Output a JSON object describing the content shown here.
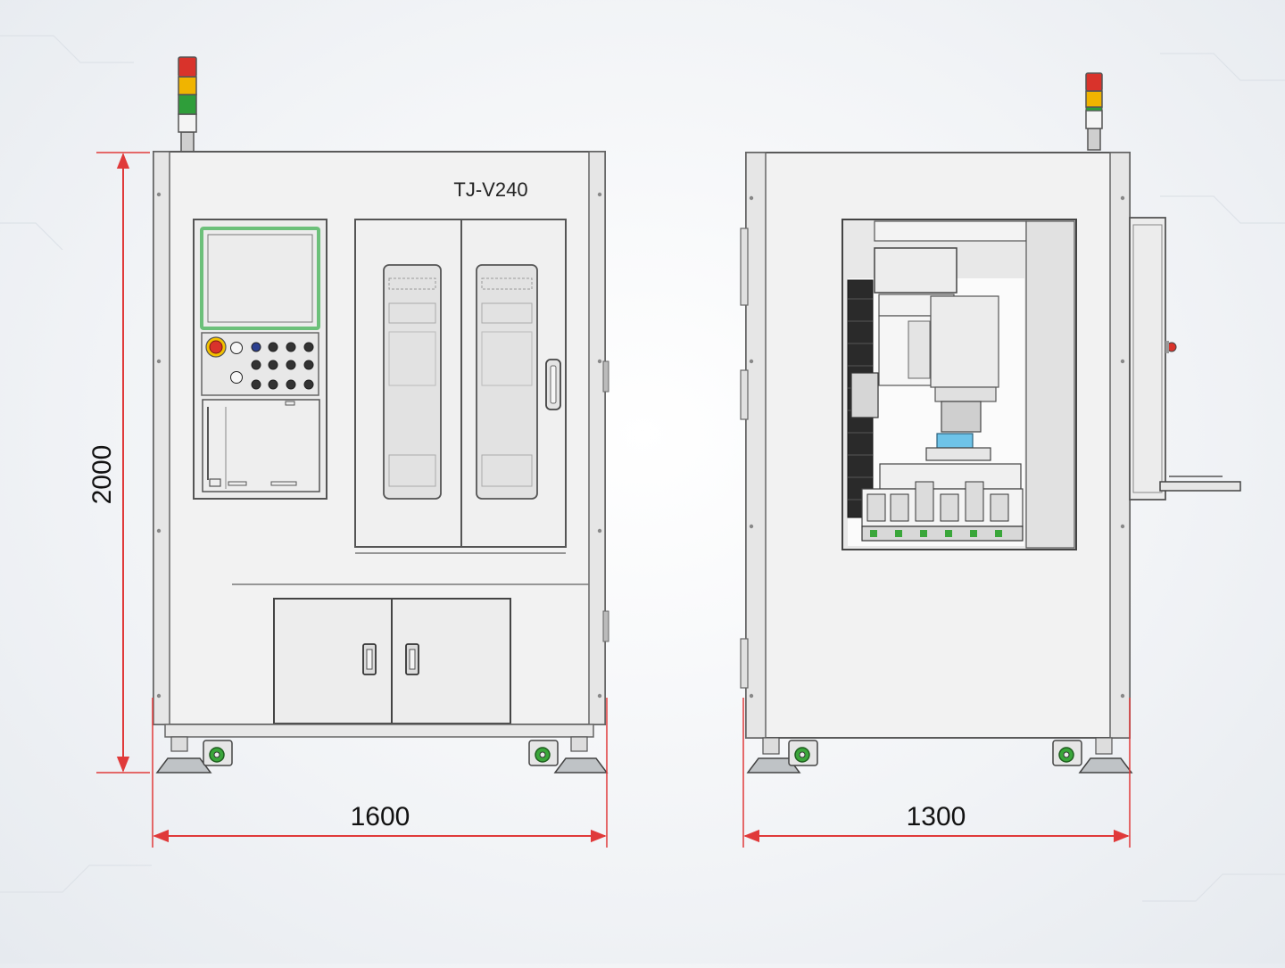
{
  "model_label": "TJ-V240",
  "dimensions": {
    "height": "2000",
    "front_width": "1600",
    "side_depth": "1300"
  },
  "colors": {
    "dimension_line": "#e03a3a",
    "frame": "#f2f2f2",
    "frame_stroke": "#5a5a5a",
    "screen_bezel": "#6cc07a",
    "lamp_red": "#d9332b",
    "lamp_amber": "#f0b400",
    "lamp_green": "#2f9e3a",
    "caster_green": "#3aa63a",
    "part_blue": "#6ec3e8"
  },
  "icons": {
    "front_tower_light": "signal-tower-icon",
    "side_tower_light": "signal-tower-icon",
    "emergency_stop": "emergency-stop-icon"
  }
}
